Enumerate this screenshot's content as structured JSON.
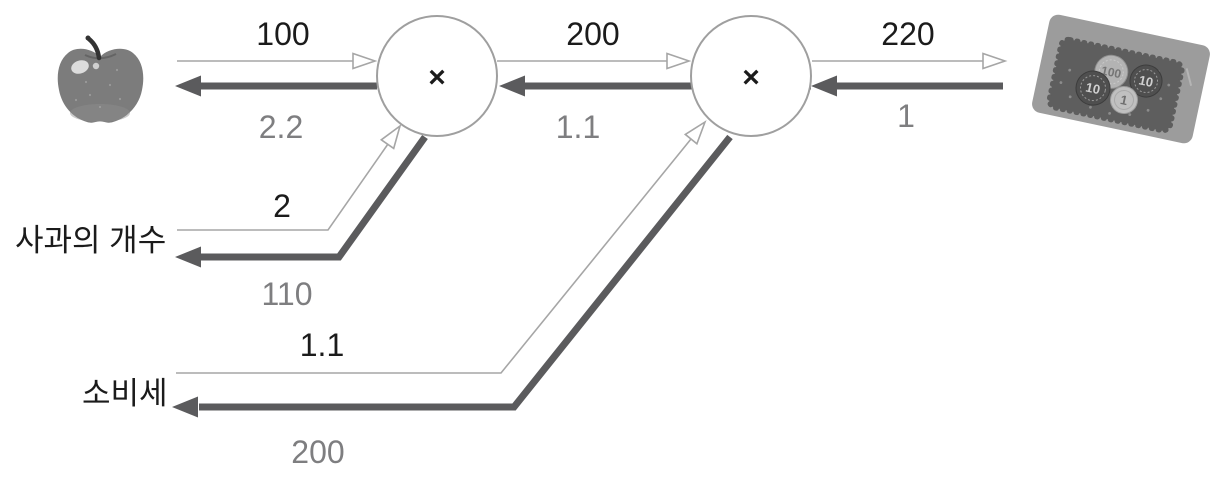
{
  "diagram": {
    "nodes": [
      {
        "op": "×"
      },
      {
        "op": "×"
      }
    ],
    "input_labels": {
      "apple_count": "사과의 개수",
      "tax": "소비세"
    },
    "forward": {
      "apple_price": "100",
      "after_count": "200",
      "after_tax": "220",
      "apple_count": "2",
      "tax_rate": "1.1"
    },
    "backward": {
      "apple_price": "2.2",
      "after_count": "1.1",
      "after_tax": "1",
      "apple_count": "110",
      "tax_rate": "200"
    },
    "money_tray_coins": [
      "100",
      "10",
      "10",
      "1"
    ],
    "colors": {
      "forward_line": "#a6a6a6",
      "backward_line": "#5b5b5d",
      "forward_text": "#1b1b1b",
      "backward_text": "#7e7e80",
      "node_stroke": "#9f9f9f",
      "background": "#ffffff"
    }
  }
}
